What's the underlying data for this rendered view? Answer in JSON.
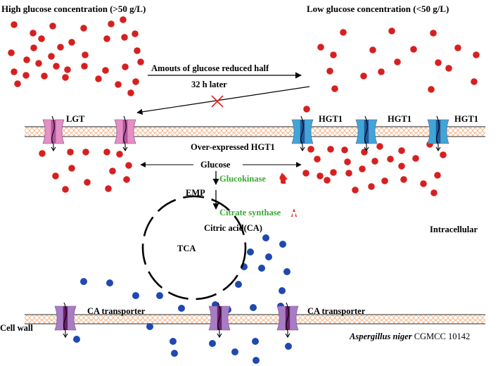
{
  "texts": {
    "high_title": "High glucose concentration (>50 g/L)",
    "low_title": "Low glucose concentration (<50 g/L)",
    "reduced": "Amouts of glucose reduced half",
    "later": "32 h later",
    "lgt": "LGT",
    "hgt1": "HGT1",
    "overexpressed": "Over-expressed HGT1",
    "glucose": "Glucose",
    "glucokinase": "Glucokinase",
    "emp": "EMP",
    "citrate_synthase": "Citrate synthase",
    "citric_acid": "Citric acid(CA)",
    "tca": "TCA",
    "intracellular": "Intracellular",
    "ca_transporter": "CA transporter",
    "cell_wall": "Cell wall",
    "organism_italic": "Aspergillus niger",
    "organism_strain": " CGMCC 10142"
  },
  "colors": {
    "glucose_dot": "#d62020",
    "ca_dot": "#1f49b0",
    "enzyme_text": "#3aaa35",
    "up_arrow": "#e02020",
    "lgt_fill": "#e58fc4",
    "hgt_fill": "#3fa6d8",
    "ca_fill": "#a77cc5",
    "membrane": "#f2a36b",
    "cross": "#e02020"
  },
  "icons": {
    "up_arrow": "red-up-arrow-icon",
    "inhibit": "red-cross-icon"
  }
}
